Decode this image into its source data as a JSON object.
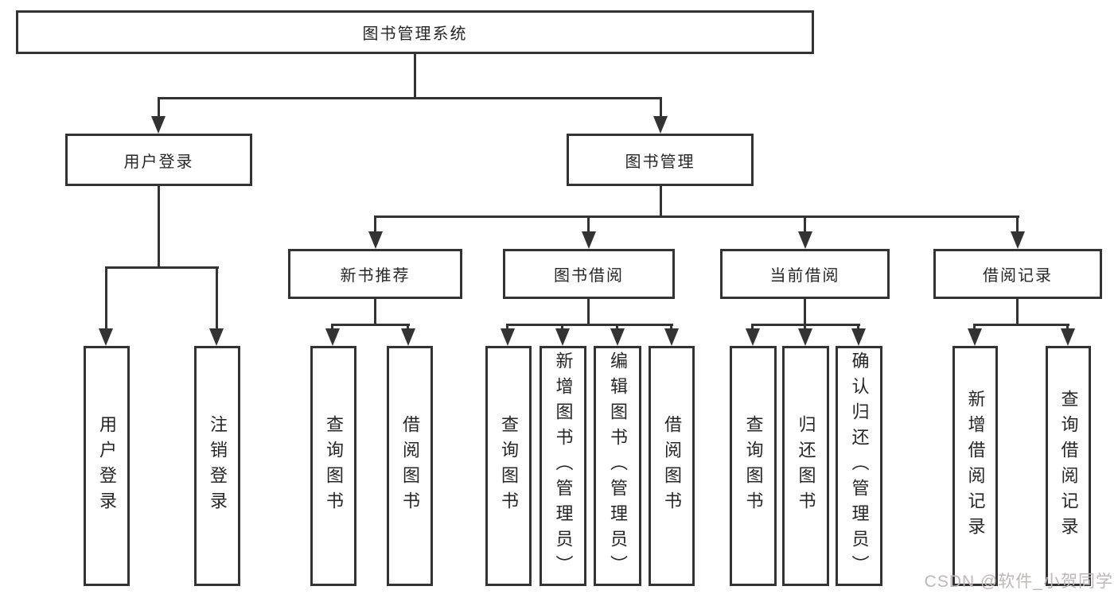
{
  "tree": {
    "label": "图书管理系统",
    "children": [
      {
        "label": "用户登录",
        "children": [
          {
            "label": "用户登录"
          },
          {
            "label": "注销登录"
          }
        ]
      },
      {
        "label": "图书管理",
        "children": [
          {
            "label": "新书推荐",
            "children": [
              {
                "label": "查询图书"
              },
              {
                "label": "借阅图书"
              }
            ]
          },
          {
            "label": "图书借阅",
            "children": [
              {
                "label": "查询图书"
              },
              {
                "label": "新增图书（管理员）"
              },
              {
                "label": "编辑图书（管理员）"
              },
              {
                "label": "借阅图书"
              }
            ]
          },
          {
            "label": "当前借阅",
            "children": [
              {
                "label": "查询图书"
              },
              {
                "label": "归还图书"
              },
              {
                "label": "确认归还（管理员）"
              }
            ]
          },
          {
            "label": "借阅记录",
            "children": [
              {
                "label": "新增借阅记录"
              },
              {
                "label": "查询借阅记录"
              }
            ]
          }
        ]
      }
    ]
  },
  "watermark": "CSDN @软件_小贺同学",
  "colors": {
    "line": "#333333",
    "text": "#262626",
    "background": "#ffffff",
    "watermark": "#bdb7b7"
  }
}
